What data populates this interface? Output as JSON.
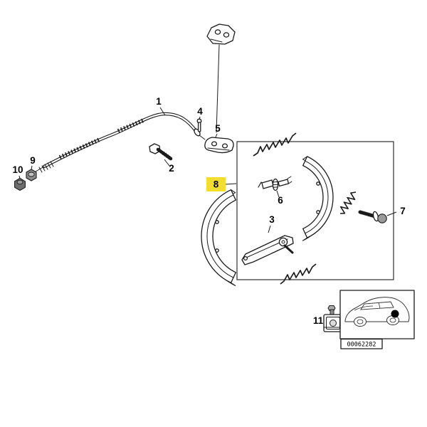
{
  "colors": {
    "highlight": "#F2DE30",
    "line": "#1b1b1b"
  },
  "labels": {
    "p1": "1",
    "p2": "2",
    "p3": "3",
    "p4": "4",
    "p5": "5",
    "p6": "6",
    "p7": "7",
    "p8": "8",
    "p9": "9",
    "p10": "10",
    "p11": "11"
  },
  "inset": {
    "code": "00062282"
  }
}
